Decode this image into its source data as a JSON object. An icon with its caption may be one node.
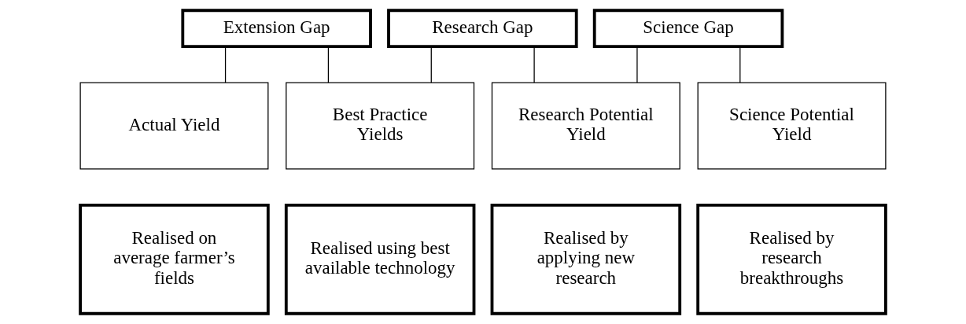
{
  "diagram": {
    "nodes": [
      {
        "text": [
          "Extension Gap"
        ]
      },
      {
        "text": [
          "Research Gap"
        ]
      },
      {
        "text": [
          "Science Gap"
        ]
      },
      {
        "text": [
          "Actual Yield"
        ]
      },
      {
        "text": [
          "Best Practice Yields"
        ]
      },
      {
        "text": [
          "Research Potential Yield"
        ]
      },
      {
        "text": [
          "Science Potential Yield"
        ]
      },
      {
        "text": [
          "Realised on average farmer’s fields"
        ]
      },
      {
        "text": [
          "Realised using best available technology"
        ]
      },
      {
        "text": [
          "Realised by applying new research"
        ]
      },
      {
        "text": [
          "Realised by research breakthroughs"
        ]
      }
    ],
    "edges": [
      {
        "from": 0,
        "to": 3,
        "arrow": "none"
      },
      {
        "from": 0,
        "to": 4,
        "arrow": "none"
      },
      {
        "from": 1,
        "to": 4,
        "arrow": "none"
      },
      {
        "from": 1,
        "to": 5,
        "arrow": "none"
      },
      {
        "from": 2,
        "to": 5,
        "arrow": "none"
      },
      {
        "from": 2,
        "to": 6,
        "arrow": "none"
      }
    ]
  }
}
